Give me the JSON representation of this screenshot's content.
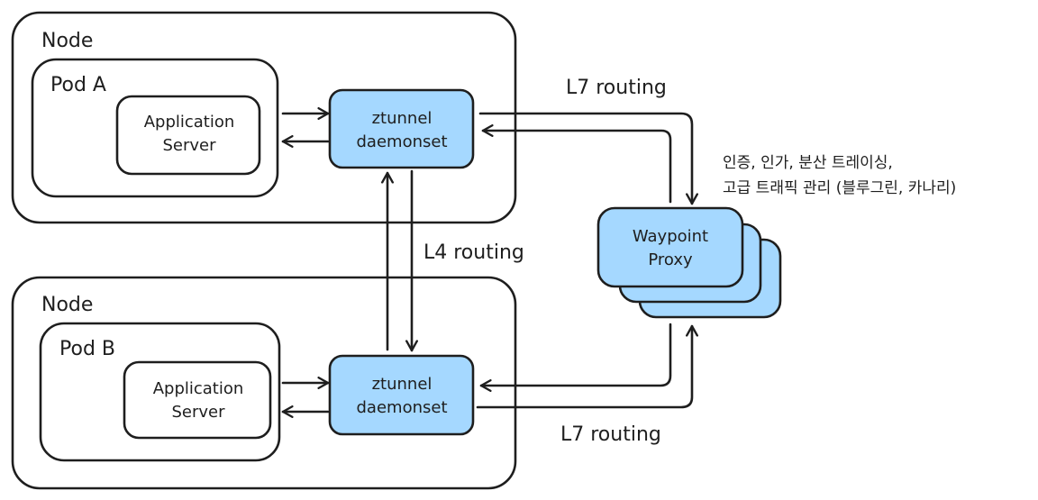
{
  "node_top": {
    "title": "Node"
  },
  "node_bottom": {
    "title": "Node"
  },
  "pod_a": {
    "title": "Pod A",
    "app_line1": "Application",
    "app_line2": "Server"
  },
  "pod_b": {
    "title": "Pod B",
    "app_line1": "Application",
    "app_line2": "Server"
  },
  "ztunnel_top": {
    "line1": "ztunnel",
    "line2": "daemonset"
  },
  "ztunnel_bottom": {
    "line1": "ztunnel",
    "line2": "daemonset"
  },
  "waypoint": {
    "line1": "Waypoint",
    "line2": "Proxy"
  },
  "labels": {
    "l7_top": "L7 routing",
    "l4": "L4 routing",
    "l7_bottom": "L7 routing",
    "features_line1": "인증, 인가, 분산 트레이싱,",
    "features_line2": "고급 트래픽 관리 (블루그린, 카나리)"
  },
  "colors": {
    "accent_fill": "#a5d8ff",
    "stroke": "#1e1e1e"
  }
}
